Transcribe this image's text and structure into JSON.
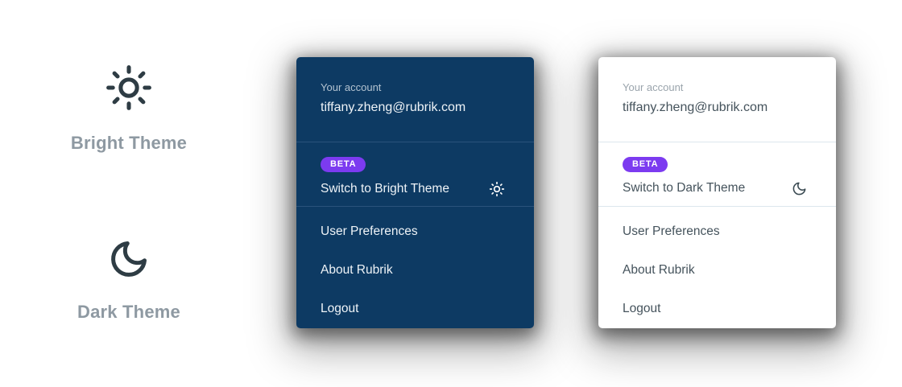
{
  "legend": {
    "bright": {
      "label": "Bright Theme",
      "icon": "sun-icon"
    },
    "dark": {
      "label": "Dark Theme",
      "icon": "moon-icon"
    }
  },
  "colors": {
    "dark_panel_bg": "#0d3a63",
    "light_panel_bg": "#ffffff",
    "beta_badge": "#7c3bf0",
    "legend_icon": "#2e3c44",
    "legend_text": "#8e99a2"
  },
  "menus": [
    {
      "theme": "dark",
      "account_label": "Your account",
      "account_email": "tiffany.zheng@rubrik.com",
      "beta_label": "BETA",
      "switch_label": "Switch to Bright Theme",
      "switch_icon": "sun-icon",
      "items": [
        "User Preferences",
        "About Rubrik",
        "Logout"
      ]
    },
    {
      "theme": "light",
      "account_label": "Your account",
      "account_email": "tiffany.zheng@rubrik.com",
      "beta_label": "BETA",
      "switch_label": "Switch to Dark Theme",
      "switch_icon": "moon-icon",
      "items": [
        "User Preferences",
        "About Rubrik",
        "Logout"
      ]
    }
  ]
}
